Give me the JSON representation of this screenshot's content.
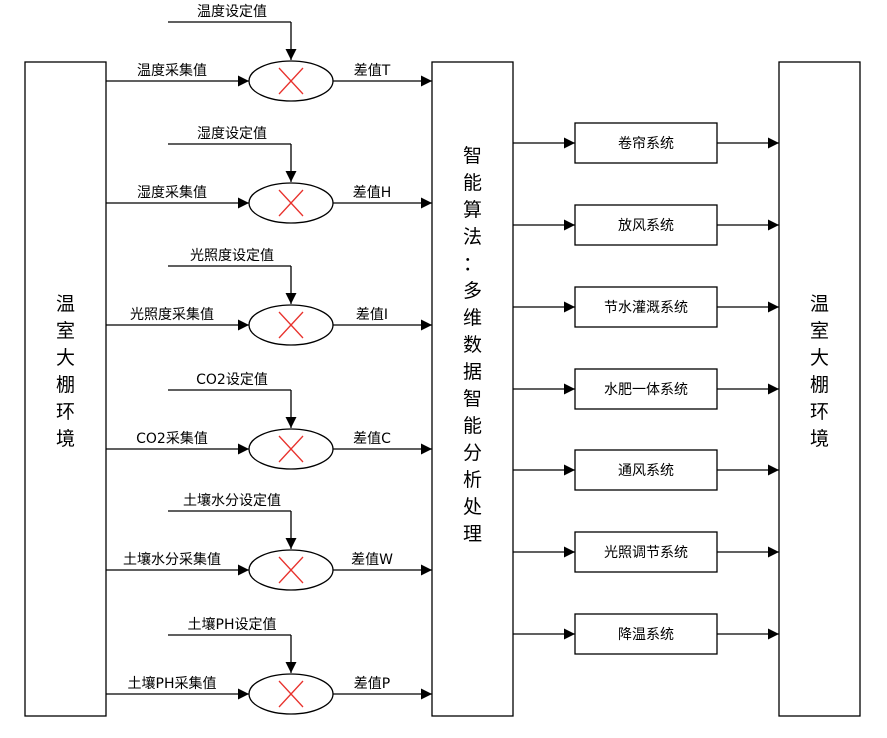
{
  "left_block": {
    "label": "温室大棚环境"
  },
  "center_block": {
    "label": "智能算法：多维数据智能分析处理"
  },
  "right_block": {
    "label": "温室大棚环境"
  },
  "comparators": [
    {
      "setpoint": "温度设定值",
      "sensor": "温度采集值",
      "diff": "差值T"
    },
    {
      "setpoint": "湿度设定值",
      "sensor": "湿度采集值",
      "diff": "差值H"
    },
    {
      "setpoint": "光照度设定值",
      "sensor": "光照度采集值",
      "diff": "差值I"
    },
    {
      "setpoint": "CO2设定值",
      "sensor": "CO2采集值",
      "diff": "差值C"
    },
    {
      "setpoint": "土壤水分设定值",
      "sensor": "土壤水分采集值",
      "diff": "差值W"
    },
    {
      "setpoint": "土壤PH设定值",
      "sensor": "土壤PH采集值",
      "diff": "差值P"
    }
  ],
  "systems": [
    "卷帘系统",
    "放风系统",
    "节水灌溉系统",
    "水肥一体系统",
    "通风系统",
    "光照调节系统",
    "降温系统"
  ]
}
